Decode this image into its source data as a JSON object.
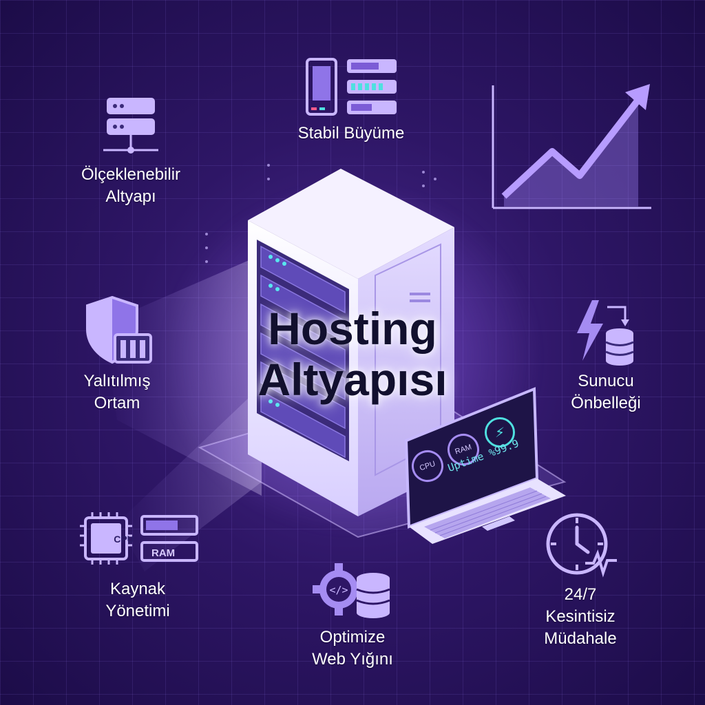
{
  "title": {
    "line1": "Hosting",
    "line2": "Altyapısı"
  },
  "features": {
    "scalable": "Ölçeklenebilir\nAltyapı",
    "growth": "Stabil Büyüme",
    "isolated": "Yalıtılmış\nOrtam",
    "cache": "Sunucu\nÖnbelleği",
    "resources": "Kaynak\nYönetimi",
    "webstack": "Optimize\nWeb Yığını",
    "support": "24/7\nKesintisiz\nMüdahale"
  },
  "icon_text": {
    "cpu": "CPU",
    "ram": "RAM"
  },
  "laptop": {
    "cpu": "CPU",
    "ram": "RAM",
    "uptime": "Uptime %99.9"
  },
  "colors": {
    "background": "#2e1666",
    "accent": "#b79cff",
    "accent_dark": "#7c5cd6",
    "title": "#12102e",
    "cyan": "#4fe0e0"
  }
}
